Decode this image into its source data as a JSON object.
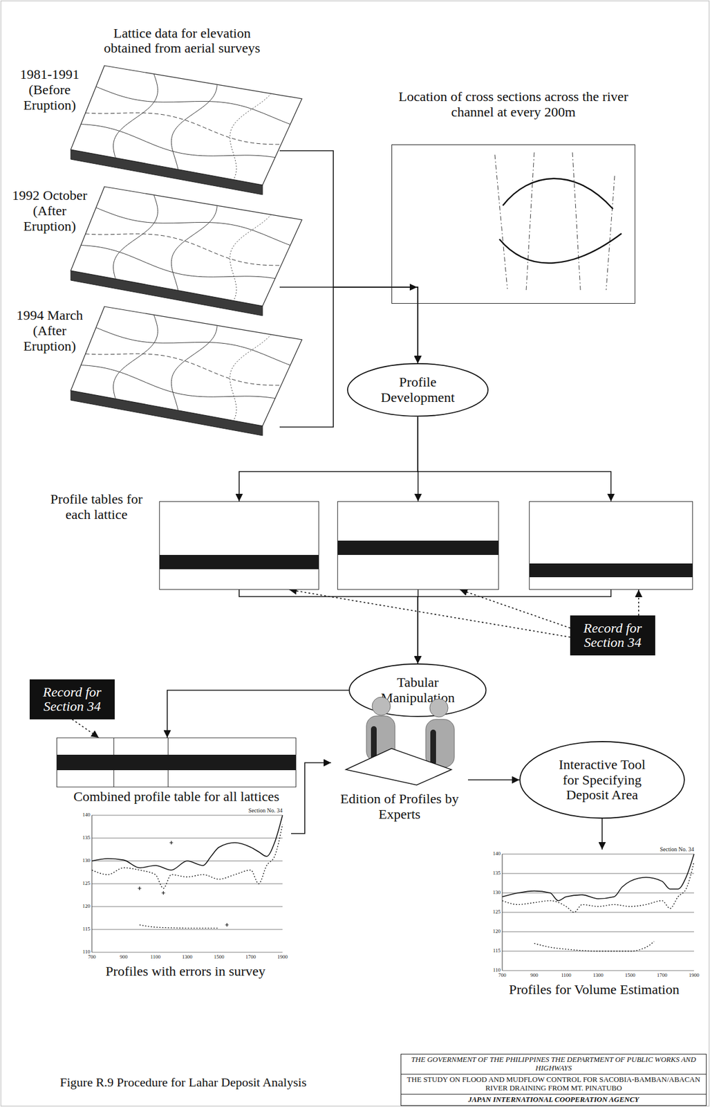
{
  "diagram": {
    "caption": "Figure R.9 Procedure for Lahar Deposit Analysis",
    "nodes": [
      {
        "text": [
          "1981-1991 (Before Eruption)"
        ]
      },
      {
        "text": [
          "1992 October (After Eruption)"
        ]
      },
      {
        "text": [
          "1994 March (After Eruption)"
        ]
      },
      {
        "text": [
          "Location of cross sections across the river channel at every 200m"
        ]
      },
      {
        "text": [
          "Profile Development"
        ]
      },
      {
        "text": [
          "Profile tables for each lattice"
        ]
      },
      {
        "text": []
      },
      {
        "text": []
      },
      {
        "text": [
          "Record for Section 34"
        ]
      },
      {
        "text": [
          "Tabular Manipulation"
        ]
      },
      {
        "text": [
          "Record for Section 34"
        ]
      },
      {
        "text": [
          "Combined profile table for all lattices"
        ]
      },
      {
        "text": [
          "Profiles with errors in survey"
        ]
      },
      {
        "text": [
          "Edition of Profiles by Experts"
        ]
      },
      {
        "text": [
          "Interactive Tool for Specifying Deposit Area"
        ]
      },
      {
        "text": [
          "Profiles for Volume Estimation"
        ]
      },
      {
        "text": [
          "THE GOVERNMENT OF THE PHILIPPINES THE DEPARTMENT OF PUBLIC WORKS AND HIGHWAYS",
          "THE STUDY ON FLOOD AND MUDFLOW CONTROL FOR SACOBIA-BAMBAN/ABACAN RIVER DRAINING FROM MT. PINATUBO",
          "JAPAN INTERNATIONAL COOPERATION AGENCY"
        ]
      }
    ],
    "edges": [
      {
        "from": 0,
        "to": 4,
        "arrow": "to"
      },
      {
        "from": 1,
        "to": 4,
        "arrow": "to"
      },
      {
        "from": 2,
        "to": 4,
        "arrow": "to"
      },
      {
        "from": 3,
        "to": 4,
        "arrow": "to"
      },
      {
        "from": 4,
        "to": 5,
        "arrow": "to"
      },
      {
        "from": 4,
        "to": 6,
        "arrow": "to"
      },
      {
        "from": 4,
        "to": 7,
        "arrow": "to"
      },
      {
        "from": 5,
        "to": 9,
        "arrow": "to"
      },
      {
        "from": 6,
        "to": 9,
        "arrow": "to"
      },
      {
        "from": 7,
        "to": 9,
        "arrow": "to"
      },
      {
        "from": 8,
        "to": 5,
        "arrow": "to"
      },
      {
        "from": 8,
        "to": 6,
        "arrow": "to"
      },
      {
        "from": 8,
        "to": 7,
        "arrow": "to"
      },
      {
        "from": 9,
        "to": 11,
        "arrow": "to"
      },
      {
        "from": 10,
        "to": 11,
        "arrow": "to"
      },
      {
        "from": 12,
        "to": 13,
        "arrow": "to"
      },
      {
        "from": 13,
        "to": 14,
        "arrow": "to"
      },
      {
        "from": 14,
        "to": 15,
        "arrow": "to"
      }
    ],
    "labels": [
      "Lattice data for elevation obtained from aerial surveys",
      "Section No. 34",
      "140",
      "135",
      "130",
      "125",
      "120",
      "115",
      "110",
      "700",
      "900",
      "1100",
      "1300",
      "1500",
      "1700",
      "1900",
      "Section No. 34",
      "140",
      "135",
      "130",
      "125",
      "120",
      "115",
      "110",
      "700",
      "900",
      "1100",
      "1300",
      "1500",
      "1700",
      "1900"
    ]
  }
}
